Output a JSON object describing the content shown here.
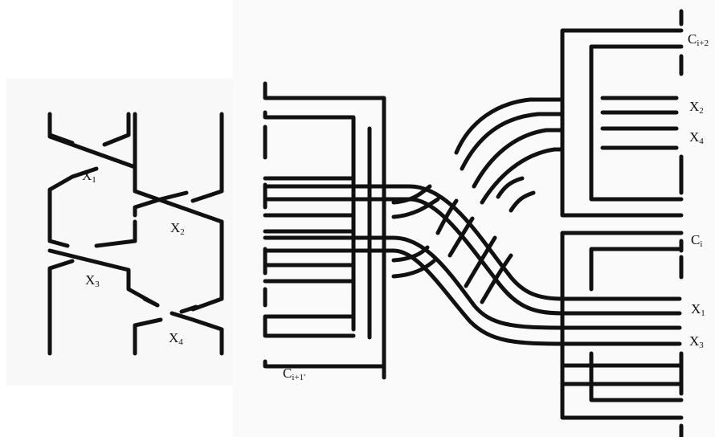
{
  "left_diagram": {
    "labels": [
      {
        "key": "x1",
        "base": "X",
        "sub": "1"
      },
      {
        "key": "x2",
        "base": "X",
        "sub": "2"
      },
      {
        "key": "x3",
        "base": "X",
        "sub": "3"
      },
      {
        "key": "x4",
        "base": "X",
        "sub": "4"
      }
    ]
  },
  "right_diagram": {
    "labels": {
      "c_i_plus_2": {
        "base": "C",
        "sub": "i+2"
      },
      "x2": {
        "base": "X",
        "sub": "2"
      },
      "x4": {
        "base": "X",
        "sub": "4"
      },
      "c_i": {
        "base": "C",
        "sub": "i"
      },
      "x1": {
        "base": "X",
        "sub": "1"
      },
      "x3": {
        "base": "X",
        "sub": "3"
      },
      "c_i_plus_1": {
        "base": "C",
        "sub": "i+1",
        "mark": "'"
      }
    }
  },
  "colors": {
    "stroke": "#111111",
    "background": "#ffffff",
    "panel": "#f7f7f7"
  }
}
